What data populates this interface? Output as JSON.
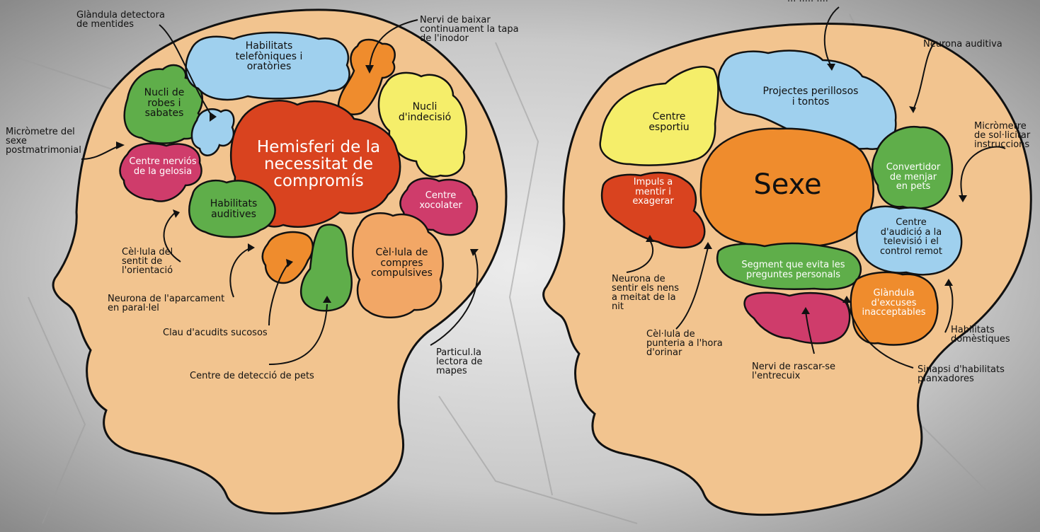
{
  "colors": {
    "skin": "#f2c48f",
    "outline": "#111111",
    "green": "#5fae4a",
    "blue": "#9fd0ee",
    "orange": "#ef8c2d",
    "yellow": "#f5ee6a",
    "red": "#d9431f",
    "magenta": "#cf3c6b",
    "lightorange": "#f2a766"
  },
  "left_head": {
    "regions": {
      "shoes": "Nucli de\nrobes i\nsabates",
      "phone": "Habilitats\ntelefòniques i\noratòries",
      "indecision": "Nucli\nd'indecisió",
      "commitment": "Hemisferi de la\nnecessitat de\ncompromís",
      "jealousy": "Centre nerviós\nde la gelosia",
      "hearing": "Habilitats\nauditives",
      "chocolate": "Centre\nxocolater",
      "shopping": "Cèl·lula de\ncompres\ncompulsives"
    },
    "callouts": {
      "lies": "Glàndula detectora\nde mentides",
      "toilet": "Nervi de baixar\ncontinuament la tapa\nde l'inodor",
      "micrometer": "Micròmetre del\nsexe\npostmatrimonial",
      "orientation": "Cèl·lula del\nsentit de\nl'orientació",
      "parking": "Neurona de l'aparcament\nen paral·lel",
      "jokes": "Clau d'acudits sucosos",
      "farts": "Centre de detecció de pets",
      "maps": "Particul.la\nlectora de\nmapes"
    }
  },
  "right_head": {
    "regions": {
      "sports": "Centre\nesportiu",
      "dangerous": "Projectes perillosos\ni tontos",
      "sex": "Sexe",
      "converter": "Convertidor\nde menjar\nen pets",
      "lie": "Impuls a\nmentir i\nexagerar",
      "tv": "Centre\nd'audició a la\ntelevisió i el\ncontrol remot",
      "questions": "Segment que evita les\npreguntes personals",
      "excuses": "Glàndula\nd'excuses\ninacceptables"
    },
    "callouts": {
      "top": "... ..... ....",
      "auditory": "Neurona auditiva",
      "instructions": "Micròmetre\nde sol·licitar\ninstruccions",
      "kids": "Neurona de\nsentir els nens\na meitat de la\nnit",
      "aim": "Cèl·lula de\npunteria a l'hora\nd'orinar",
      "scratch": "Nervi de rascar-se\nl'entrecuix",
      "domestic": "Habilitats\ndomèstiques",
      "ironing": "Sinapsi d'habilitats\nplanxadores"
    }
  }
}
